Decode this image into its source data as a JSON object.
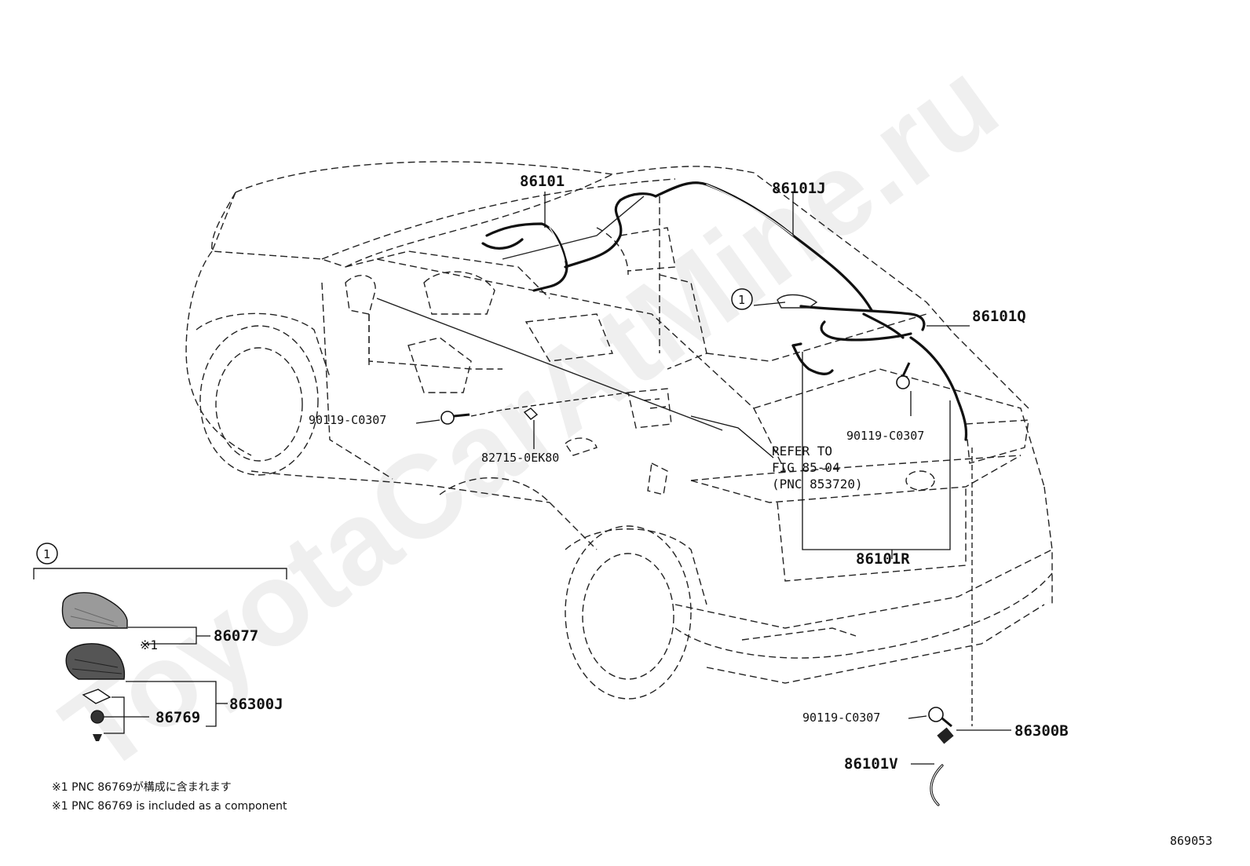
{
  "watermark": "ToyotaCarAtMine.ru",
  "callout_marker": "1",
  "parts": {
    "p86101": "86101",
    "p86101J": "86101J",
    "p86101Q": "86101Q",
    "p86101R": "86101R",
    "p86101V": "86101V",
    "p86300B": "86300B",
    "p86300J": "86300J",
    "p86077": "86077",
    "p86769": "86769",
    "bolt_left": "90119-C0307",
    "bolt_mid": "90119-C0307",
    "bolt_bottom": "90119-C0307",
    "clip": "82715-0EK80"
  },
  "reference": {
    "line1": "REFER TO",
    "line2": "FIG 85-04",
    "line3": "(PNC 853720)"
  },
  "footnote_mark": "※1",
  "notes": {
    "jp": "※1 PNC 86769が構成に含まれます",
    "en": "※1 PNC 86769 is included as a component"
  },
  "figure_number": "869053"
}
